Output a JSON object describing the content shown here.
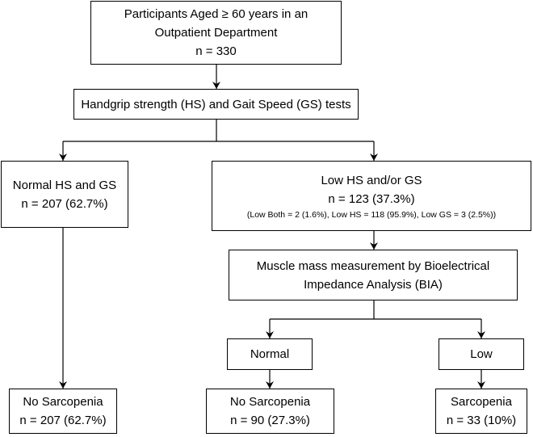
{
  "boxes": {
    "participants": {
      "line1": "Participants Aged ≥ 60 years in an",
      "line2": "Outpatient Department",
      "line3": "n = 330"
    },
    "tests": {
      "line1": "Handgrip strength (HS) and Gait Speed (GS) tests"
    },
    "normal_hs_gs": {
      "line1": "Normal HS and GS",
      "line2": "n = 207 (62.7%)"
    },
    "low_hs_gs": {
      "line1": "Low HS and/or GS",
      "line2": "n = 123 (37.3%)",
      "line3": "(Low Both = 2 (1.6%), Low HS = 118 (95.9%), Low GS = 3 (2.5%))"
    },
    "bia": {
      "line1": "Muscle mass measurement by Bioelectrical",
      "line2": "Impedance Analysis (BIA)"
    },
    "normal": {
      "line1": "Normal"
    },
    "low": {
      "line1": "Low"
    },
    "no_sarc_left": {
      "line1": "No Sarcopenia",
      "line2": "n = 207 (62.7%)"
    },
    "no_sarc_mid": {
      "line1": "No Sarcopenia",
      "line2": "n = 90 (27.3%)"
    },
    "sarcopenia": {
      "line1": "Sarcopenia",
      "line2": "n = 33 (10%)"
    }
  }
}
